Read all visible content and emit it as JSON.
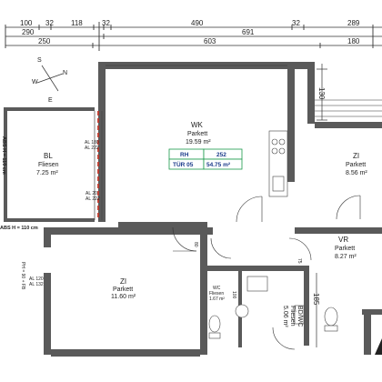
{
  "dimensions": {
    "row1": [
      "100",
      "32",
      "118",
      "32",
      "490",
      "32",
      "289"
    ],
    "row2": [
      "290",
      "691"
    ],
    "row3": [
      "250",
      "603",
      "180"
    ],
    "vertical": [
      "130",
      "185"
    ],
    "small": [
      "80",
      "75",
      "100"
    ]
  },
  "compass": {
    "n": "N",
    "s": "S",
    "e": "E",
    "w": "W"
  },
  "rooms": {
    "wk": {
      "name": "WK",
      "floor": "Parkett",
      "area": "19.59 m²"
    },
    "bl": {
      "name": "BL",
      "floor": "Fliesen",
      "area": "7.25 m²"
    },
    "zi_right": {
      "name": "ZI",
      "floor": "Parkett",
      "area": "8.56 m²"
    },
    "vr": {
      "name": "VR",
      "floor": "Parkett",
      "area": "8.27 m²"
    },
    "zi_left": {
      "name": "ZI",
      "floor": "Parkett",
      "area": "11.60 m²"
    },
    "wc": {
      "name": "WC",
      "floor": "Fliesen",
      "area": "1.67 m²"
    },
    "bdwc": {
      "name": "BD/WC",
      "floor": "Fliesen",
      "area": "5.06 m²"
    }
  },
  "unit_info": {
    "rh_label": "RH",
    "rh_value": "252",
    "tuer_label": "TÜR 05",
    "tuer_value": "54.75 m²"
  },
  "annotations": {
    "abs_h_left": "ABS H = 110 cm",
    "abs_h_bottom": "ABS H = 110 cm",
    "al180": "AL 180",
    "al222": "AL 222",
    "al20": "AL 20",
    "al120": "AL 120",
    "al132": "AL 132",
    "phl": "PH = 90 + FB"
  }
}
